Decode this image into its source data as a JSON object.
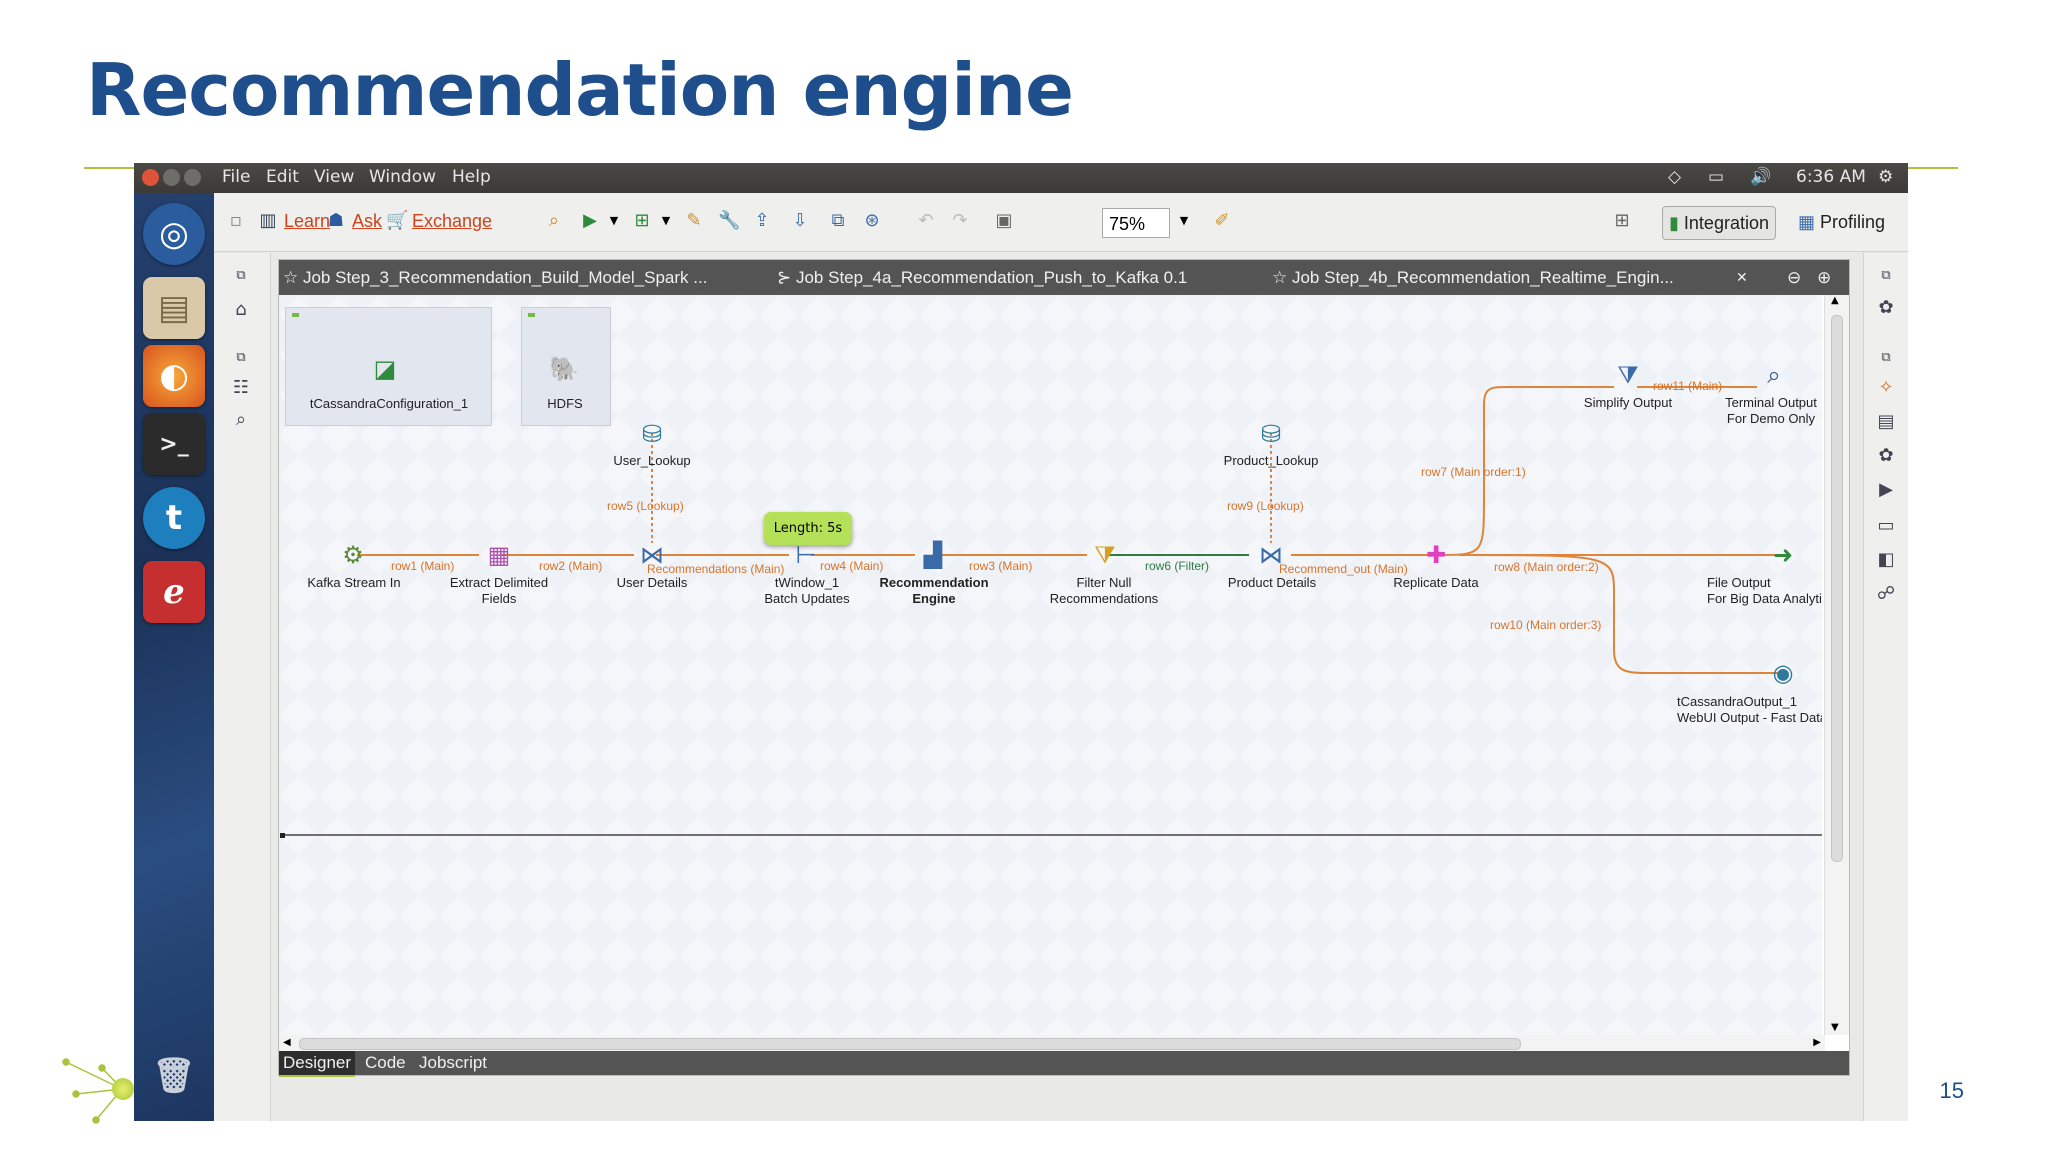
{
  "slide": {
    "title": "Recommendation engine",
    "page_number": "15"
  },
  "menubar": {
    "items": [
      "File",
      "Edit",
      "View",
      "Window",
      "Help"
    ],
    "clock": "6:36 AM"
  },
  "toolbar": {
    "learn": "Learn",
    "ask": "Ask",
    "exchange": "Exchange",
    "zoom": "75%",
    "integration": "Integration",
    "profiling": "Profiling"
  },
  "tabs": [
    {
      "label": "Job Step_3_Recommendation_Build_Model_Spark ..."
    },
    {
      "label": "Job Step_4a_Recommendation_Push_to_Kafka 0.1"
    },
    {
      "label": "Job Step_4b_Recommendation_Realtime_Engin..."
    }
  ],
  "bottom_tabs": [
    "Designer",
    "Code",
    "Jobscript"
  ],
  "components": {
    "cassandra_config": "tCassandraConfiguration_1",
    "hdfs": "HDFS",
    "user_lookup": "User_Lookup",
    "product_lookup": "Product_Lookup",
    "kafka": "Kafka Stream In",
    "extract": [
      "Extract Delimited",
      "Fields"
    ],
    "user_details": "User Details",
    "twindow": [
      "tWindow_1",
      "Batch Updates"
    ],
    "reco": [
      "Recommendation",
      "Engine"
    ],
    "filter": [
      "Filter Null",
      "Recommendations"
    ],
    "product_details": "Product Details",
    "replicate": "Replicate Data",
    "simplify": "Simplify Output",
    "terminal": [
      "Terminal Output",
      "For Demo Only"
    ],
    "file_output": [
      "File Output",
      "For Big Data Analyti"
    ],
    "cassandra_out": [
      "tCassandraOutput_1",
      "WebUI Output - Fast Data"
    ]
  },
  "connections": {
    "row1": "row1 (Main)",
    "row2": "row2 (Main)",
    "recs": "Recommendations (Main)",
    "row4": "row4 (Main)",
    "row3": "row3 (Main)",
    "row6": "row6 (Filter)",
    "recout": "Recommend_out (Main)",
    "row5": "row5 (Lookup)",
    "row9": "row9 (Lookup)",
    "row7": "row7 (Main order:1)",
    "row11": "row11 (Main)",
    "row8": "row8 (Main order:2)",
    "row10": "row10 (Main order:3)"
  },
  "tooltip": "Length: 5s",
  "colors": {
    "title": "#1e4f8c",
    "accent": "#a9c43c",
    "connector": "#e0843a",
    "filter_connector": "#2f7a45"
  }
}
